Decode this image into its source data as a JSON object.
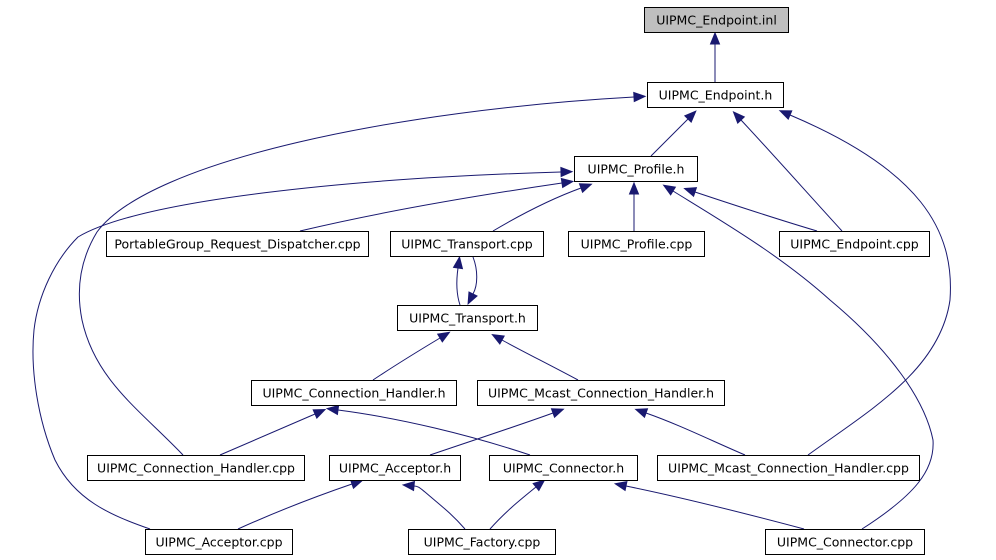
{
  "diagram": {
    "type": "include-dependency-graph",
    "root": "UIPMC_Endpoint.inl",
    "colors": {
      "edge": "#191970",
      "root_fill": "#bfbfbf",
      "node_fill": "#ffffff",
      "node_border": "#000000"
    },
    "nodes": [
      {
        "id": "endpoint_inl",
        "label": "UIPMC_Endpoint.inl",
        "root": true
      },
      {
        "id": "endpoint_h",
        "label": "UIPMC_Endpoint.h"
      },
      {
        "id": "profile_h",
        "label": "UIPMC_Profile.h"
      },
      {
        "id": "pg_dispatcher_cpp",
        "label": "PortableGroup_Request_Dispatcher.cpp"
      },
      {
        "id": "transport_cpp",
        "label": "UIPMC_Transport.cpp"
      },
      {
        "id": "profile_cpp",
        "label": "UIPMC_Profile.cpp"
      },
      {
        "id": "endpoint_cpp",
        "label": "UIPMC_Endpoint.cpp"
      },
      {
        "id": "transport_h",
        "label": "UIPMC_Transport.h"
      },
      {
        "id": "conn_handler_h",
        "label": "UIPMC_Connection_Handler.h"
      },
      {
        "id": "mcast_conn_handler_h",
        "label": "UIPMC_Mcast_Connection_Handler.h"
      },
      {
        "id": "conn_handler_cpp",
        "label": "UIPMC_Connection_Handler.cpp"
      },
      {
        "id": "acceptor_h",
        "label": "UIPMC_Acceptor.h"
      },
      {
        "id": "connector_h",
        "label": "UIPMC_Connector.h"
      },
      {
        "id": "mcast_conn_handler_cpp",
        "label": "UIPMC_Mcast_Connection_Handler.cpp"
      },
      {
        "id": "acceptor_cpp",
        "label": "UIPMC_Acceptor.cpp"
      },
      {
        "id": "factory_cpp",
        "label": "UIPMC_Factory.cpp"
      },
      {
        "id": "connector_cpp",
        "label": "UIPMC_Connector.cpp"
      }
    ],
    "edges": [
      {
        "from": "endpoint_h",
        "to": "endpoint_inl"
      },
      {
        "from": "profile_h",
        "to": "endpoint_h"
      },
      {
        "from": "endpoint_cpp",
        "to": "endpoint_h"
      },
      {
        "from": "conn_handler_cpp",
        "to": "endpoint_h"
      },
      {
        "from": "mcast_conn_handler_cpp",
        "to": "endpoint_h"
      },
      {
        "from": "pg_dispatcher_cpp",
        "to": "profile_h"
      },
      {
        "from": "transport_cpp",
        "to": "profile_h"
      },
      {
        "from": "profile_cpp",
        "to": "profile_h"
      },
      {
        "from": "endpoint_cpp",
        "to": "profile_h"
      },
      {
        "from": "acceptor_cpp",
        "to": "profile_h"
      },
      {
        "from": "connector_cpp",
        "to": "profile_h"
      },
      {
        "from": "transport_h",
        "to": "transport_cpp"
      },
      {
        "from": "transport_cpp",
        "to": "transport_h"
      },
      {
        "from": "conn_handler_h",
        "to": "transport_h"
      },
      {
        "from": "mcast_conn_handler_h",
        "to": "transport_h"
      },
      {
        "from": "conn_handler_cpp",
        "to": "conn_handler_h"
      },
      {
        "from": "connector_h",
        "to": "conn_handler_h"
      },
      {
        "from": "acceptor_h",
        "to": "mcast_conn_handler_h"
      },
      {
        "from": "mcast_conn_handler_cpp",
        "to": "mcast_conn_handler_h"
      },
      {
        "from": "acceptor_cpp",
        "to": "acceptor_h"
      },
      {
        "from": "factory_cpp",
        "to": "acceptor_h"
      },
      {
        "from": "factory_cpp",
        "to": "connector_h"
      },
      {
        "from": "connector_cpp",
        "to": "connector_h"
      }
    ]
  }
}
